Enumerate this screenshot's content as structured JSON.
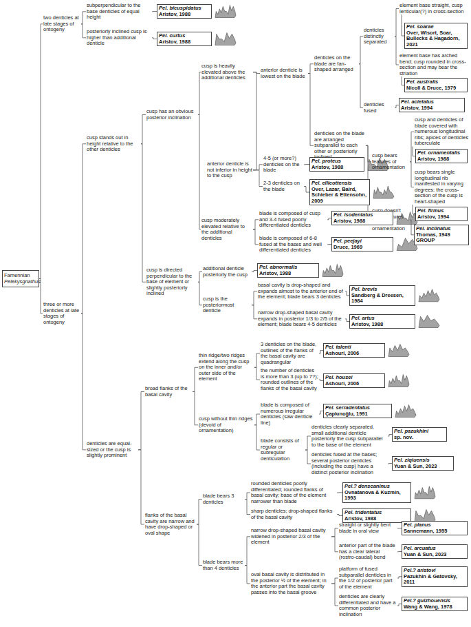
{
  "diagram": {
    "nodes": [
      {
        "text": [
          "Famennian",
          "Pelekysgnathus"
        ]
      },
      {
        "text": [
          "two denticles at late stages of ontogeny"
        ]
      },
      {
        "text": [
          "subperpendicular to the base denticles of equal height"
        ]
      },
      {
        "text": [
          "Pel. bicuspidatus",
          "Aristov, 1988"
        ]
      },
      {
        "text": [
          "posteriorly inclined cusp is higher than additional denticle"
        ]
      },
      {
        "text": [
          "Pel. curtus",
          "Aristov, 1988"
        ]
      },
      {
        "text": [
          "three or more denticles at late stages of ontogeny"
        ]
      },
      {
        "text": [
          "cusp stands out in height relative to the other denticles"
        ]
      },
      {
        "text": [
          "cusp has an obvious posterior inclination"
        ]
      },
      {
        "text": [
          "cusp is heavily elevated above the additional denticles"
        ]
      },
      {
        "text": [
          "anterior denticle is lowest on the blade"
        ]
      },
      {
        "text": [
          "denticles on the blade are fan-shaped arranged"
        ]
      },
      {
        "text": [
          "denticles distinctly separated"
        ]
      },
      {
        "text": [
          "element base straight, cusp lenticular(?) in cross-section"
        ]
      },
      {
        "text": [
          "Pel. soarae",
          "Over, Wisort, Soar, Bullecks & Hagadorn, 2021"
        ]
      },
      {
        "text": [
          "element base has arched bend; cusp rounded in cross-section and may bear the striation"
        ]
      },
      {
        "text": [
          "Pel. australis",
          "Nicoll & Druce, 1979"
        ]
      },
      {
        "text": [
          "denticles fused"
        ]
      },
      {
        "text": [
          "Pel. acietatus",
          "Aristov, 1994"
        ]
      },
      {
        "text": [
          "denticles on the blade are arranged subparallel to each other or posteriorly inclined"
        ]
      },
      {
        "text": [
          "cusp bears features of ornamentation"
        ]
      },
      {
        "text": [
          "cusp and denticles of blade covered with numerous longitudinal ribs; apices of denticles tuberculate"
        ]
      },
      {
        "text": [
          "Pel. ornamentalis",
          "Aristov, 1988"
        ]
      },
      {
        "text": [
          "cusp bears single longitudinal rib manifested in varying degrees; the cross-section of the cusp is heart-shaped"
        ]
      },
      {
        "text": [
          "Pel. firmus",
          "Aristov, 1994"
        ]
      },
      {
        "text": [
          "cusp doesn't carry features of ornamentation"
        ]
      },
      {
        "text": [
          "Pel. inclinatus",
          "Thomas, 1949 GROUP"
        ]
      },
      {
        "text": [
          "anterior denticle is not inferior in height to the cusp"
        ]
      },
      {
        "text": [
          "4-5 (or more?) denticles on the blade"
        ]
      },
      {
        "text": [
          "Pel. proteus",
          "Aristov, 1988"
        ]
      },
      {
        "text": [
          "2-3 denticles on the blade"
        ]
      },
      {
        "text": [
          "Pel. ellicottensis",
          "Over, Lazar, Baird, Schieber & Ettensohn, 2009"
        ]
      },
      {
        "text": [
          "cusp moderately elevated relative to the additional denticles"
        ]
      },
      {
        "text": [
          "blade is composed of cusp and 3-4 fused poorly differentiated denticles"
        ]
      },
      {
        "text": [
          "Pel. isodentatus",
          "Aristov, 1988"
        ]
      },
      {
        "text": [
          "blade is composed of 6-8 fused at the bases and well differentiated denticles"
        ]
      },
      {
        "text": [
          "Pel. peejayi",
          "Druce, 1969"
        ]
      },
      {
        "text": [
          "cusp is directed perpendicular to the base of element or slightly posteriorly inclined"
        ]
      },
      {
        "text": [
          "additional denticle posteriorly the cusp"
        ]
      },
      {
        "text": [
          "Pel. abnormalis",
          "Aristov, 1988"
        ]
      },
      {
        "text": [
          "cusp is the posteriormost denticle"
        ]
      },
      {
        "text": [
          "basal cavity is drop-shaped and expands almost to the anterior end of the element; blade bears 3 denticles"
        ]
      },
      {
        "text": [
          "Pel. brevis",
          "Sandberg & Dreesen, 1984"
        ]
      },
      {
        "text": [
          "narrow drop-shaped basal cavity expands in posterior 1/3 to 2/5 of the element; blade bears 4-5 denticles"
        ]
      },
      {
        "text": [
          "Pel. artus",
          "Aristov, 1988"
        ]
      },
      {
        "text": [
          "denticles are equal-sized or the cusp is slightly prominent"
        ]
      },
      {
        "text": [
          "broad flanks of the basal cavity"
        ]
      },
      {
        "text": [
          "thin ridge/two ridges extend along the cusp on the inner and/or outer side of the element"
        ]
      },
      {
        "text": [
          "3 denticles on the blade, outlines of the flanks of the basal cavity are quadrangular"
        ]
      },
      {
        "text": [
          "Pel. talenti",
          "Ashouri, 2006"
        ]
      },
      {
        "text": [
          "the number of denticles is more than 3 (up to 7?); rounded outlines of the flanks of the basal cavity"
        ]
      },
      {
        "text": [
          "Pel. housei",
          "Ashouri, 2006"
        ]
      },
      {
        "text": [
          "cusp without thin ridges (devoid of ornamentation)"
        ]
      },
      {
        "text": [
          "blade is composed of numerous irregular denticles (saw denticle line)"
        ]
      },
      {
        "text": [
          "Pel. serradentatus",
          "Çapkınoğlu, 1991"
        ]
      },
      {
        "text": [
          "blade consists of regular or subregular denticulation"
        ]
      },
      {
        "text": [
          "denticles clearly separated, small additional denticle posteriorly the cusp subparallel to the base of the element"
        ]
      },
      {
        "text": [
          "Pel. pazukhini",
          "sp. nov."
        ]
      },
      {
        "text": [
          "denticles fused at the bases; several posterior denticles (including the cusp) have a distinct posterior inclination"
        ]
      },
      {
        "text": [
          "Pel. ziqiuensis",
          "Yuan & Sun, 2023"
        ]
      },
      {
        "text": [
          "flanks of the basal cavity are narrow and have drop-shaped or oval shape"
        ]
      },
      {
        "text": [
          "blade bears 3 denticles"
        ]
      },
      {
        "text": [
          "rounded denticles poorly differentiated; rounded flanks of basal cavity; base of the element narrower than blade"
        ]
      },
      {
        "text": [
          "Pel.? denscaninus",
          "Ovnatanova & Kuzmin, 1993"
        ]
      },
      {
        "text": [
          "sharp denticles; drop-shaped flanks of the basal cavity"
        ]
      },
      {
        "text": [
          "Pel. tridentatus",
          "Aristov, 1988"
        ]
      },
      {
        "text": [
          "blade bears more than 4 denticles"
        ]
      },
      {
        "text": [
          "narrow drop-shaped basal cavity widened in posterior 2/3 of the element"
        ]
      },
      {
        "text": [
          "straight or slightly bent blade in oral view"
        ]
      },
      {
        "text": [
          "Pel. planus",
          "Sannemann, 1955"
        ]
      },
      {
        "text": [
          "anterior part of the blade has a clear lateral (rostro-caudal) bend"
        ]
      },
      {
        "text": [
          "Pel. arcuatus",
          "Yuan & Sun, 2023"
        ]
      },
      {
        "text": [
          "oval basal cavity is distributed in the posterior ½ of the element; in the anterior part the basal cavity passes into the basal groove"
        ]
      },
      {
        "text": [
          "platform of fused subparallel denticles in the 1/2 of posterior part of the element"
        ]
      },
      {
        "text": [
          "Pel.? aristovi",
          "Pazukhin & Gatovsky, 2011"
        ]
      },
      {
        "text": [
          "denticles are clearly differentiated and have a common posterior inclination"
        ]
      },
      {
        "text": [
          "Pel.? guizhouensis",
          "Wang & Wang, 1978"
        ]
      }
    ],
    "edges": [
      {
        "from": 0,
        "to": 1,
        "arrow": "none"
      },
      {
        "from": 0,
        "to": 6,
        "arrow": "none"
      },
      {
        "from": 1,
        "to": 2,
        "arrow": "none"
      },
      {
        "from": 2,
        "to": 3,
        "arrow": "none"
      },
      {
        "from": 1,
        "to": 4,
        "arrow": "none"
      },
      {
        "from": 4,
        "to": 5,
        "arrow": "none"
      },
      {
        "from": 6,
        "to": 7,
        "arrow": "none"
      },
      {
        "from": 6,
        "to": 45,
        "arrow": "none"
      },
      {
        "from": 7,
        "to": 8,
        "arrow": "none"
      },
      {
        "from": 7,
        "to": 37,
        "arrow": "none"
      },
      {
        "from": 8,
        "to": 9,
        "arrow": "none"
      },
      {
        "from": 8,
        "to": 32,
        "arrow": "none"
      },
      {
        "from": 9,
        "to": 10,
        "arrow": "none"
      },
      {
        "from": 9,
        "to": 27,
        "arrow": "none"
      },
      {
        "from": 10,
        "to": 11,
        "arrow": "none"
      },
      {
        "from": 10,
        "to": 19,
        "arrow": "none"
      },
      {
        "from": 11,
        "to": 12,
        "arrow": "none"
      },
      {
        "from": 11,
        "to": 17,
        "arrow": "none"
      },
      {
        "from": 12,
        "to": 13,
        "arrow": "none"
      },
      {
        "from": 13,
        "to": 14,
        "arrow": "none"
      },
      {
        "from": 12,
        "to": 15,
        "arrow": "none"
      },
      {
        "from": 15,
        "to": 16,
        "arrow": "none"
      },
      {
        "from": 17,
        "to": 18,
        "arrow": "none"
      },
      {
        "from": 19,
        "to": 20,
        "arrow": "none"
      },
      {
        "from": 19,
        "to": 25,
        "arrow": "none"
      },
      {
        "from": 20,
        "to": 21,
        "arrow": "none"
      },
      {
        "from": 21,
        "to": 22,
        "arrow": "none"
      },
      {
        "from": 20,
        "to": 23,
        "arrow": "none"
      },
      {
        "from": 23,
        "to": 24,
        "arrow": "none"
      },
      {
        "from": 25,
        "to": 26,
        "arrow": "none"
      },
      {
        "from": 27,
        "to": 28,
        "arrow": "none"
      },
      {
        "from": 28,
        "to": 29,
        "arrow": "none"
      },
      {
        "from": 27,
        "to": 30,
        "arrow": "none"
      },
      {
        "from": 30,
        "to": 31,
        "arrow": "none"
      },
      {
        "from": 32,
        "to": 33,
        "arrow": "none"
      },
      {
        "from": 33,
        "to": 34,
        "arrow": "none"
      },
      {
        "from": 32,
        "to": 35,
        "arrow": "none"
      },
      {
        "from": 35,
        "to": 36,
        "arrow": "none"
      },
      {
        "from": 37,
        "to": 38,
        "arrow": "none"
      },
      {
        "from": 38,
        "to": 39,
        "arrow": "none"
      },
      {
        "from": 37,
        "to": 40,
        "arrow": "none"
      },
      {
        "from": 40,
        "to": 41,
        "arrow": "none"
      },
      {
        "from": 41,
        "to": 42,
        "arrow": "none"
      },
      {
        "from": 40,
        "to": 43,
        "arrow": "none"
      },
      {
        "from": 43,
        "to": 44,
        "arrow": "none"
      },
      {
        "from": 45,
        "to": 46,
        "arrow": "none"
      },
      {
        "from": 45,
        "to": 60,
        "arrow": "none"
      },
      {
        "from": 46,
        "to": 47,
        "arrow": "none"
      },
      {
        "from": 46,
        "to": 52,
        "arrow": "none"
      },
      {
        "from": 47,
        "to": 48,
        "arrow": "none"
      },
      {
        "from": 48,
        "to": 49,
        "arrow": "none"
      },
      {
        "from": 47,
        "to": 50,
        "arrow": "none"
      },
      {
        "from": 50,
        "to": 51,
        "arrow": "none"
      },
      {
        "from": 52,
        "to": 53,
        "arrow": "none"
      },
      {
        "from": 53,
        "to": 54,
        "arrow": "none"
      },
      {
        "from": 52,
        "to": 55,
        "arrow": "none"
      },
      {
        "from": 55,
        "to": 56,
        "arrow": "none"
      },
      {
        "from": 56,
        "to": 57,
        "arrow": "none"
      },
      {
        "from": 55,
        "to": 58,
        "arrow": "none"
      },
      {
        "from": 58,
        "to": 59,
        "arrow": "none"
      },
      {
        "from": 60,
        "to": 61,
        "arrow": "none"
      },
      {
        "from": 60,
        "to": 66,
        "arrow": "none"
      },
      {
        "from": 61,
        "to": 62,
        "arrow": "none"
      },
      {
        "from": 62,
        "to": 63,
        "arrow": "none"
      },
      {
        "from": 61,
        "to": 64,
        "arrow": "none"
      },
      {
        "from": 64,
        "to": 65,
        "arrow": "none"
      },
      {
        "from": 66,
        "to": 67,
        "arrow": "none"
      },
      {
        "from": 66,
        "to": 72,
        "arrow": "none"
      },
      {
        "from": 67,
        "to": 68,
        "arrow": "none"
      },
      {
        "from": 68,
        "to": 69,
        "arrow": "none"
      },
      {
        "from": 67,
        "to": 70,
        "arrow": "none"
      },
      {
        "from": 70,
        "to": 71,
        "arrow": "none"
      },
      {
        "from": 72,
        "to": 73,
        "arrow": "none"
      },
      {
        "from": 73,
        "to": 74,
        "arrow": "none"
      },
      {
        "from": 72,
        "to": 75,
        "arrow": "none"
      },
      {
        "from": 75,
        "to": 76,
        "arrow": "none"
      }
    ]
  }
}
